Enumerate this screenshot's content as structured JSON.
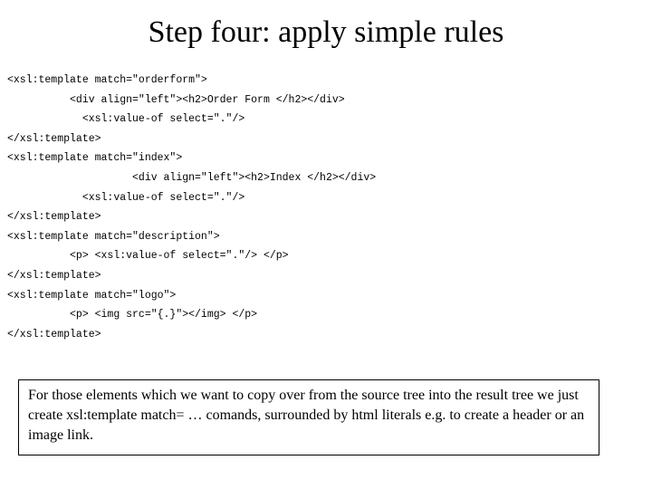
{
  "slide": {
    "title": "Step four: apply simple rules",
    "code_lines": [
      "<xsl:template match=\"orderform\">",
      "          <div align=\"left\"><h2>Order Form </h2></div>",
      "            <xsl:value-of select=\".\"/>",
      "</xsl:template>",
      "<xsl:template match=\"index\">",
      "                    <div align=\"left\"><h2>Index </h2></div>",
      "            <xsl:value-of select=\".\"/>",
      "</xsl:template>",
      "<xsl:template match=\"description\">",
      "          <p> <xsl:value-of select=\".\"/> </p>",
      "</xsl:template>",
      "<xsl:template match=\"logo\">",
      "          <p> <img src=\"{.}\"></img> </p>",
      "</xsl:template>"
    ],
    "note": "For those elements which we want to copy over from the source tree into the result tree we just create xsl:template match= … comands, surrounded by html literals e.g. to create a header or an image link."
  }
}
